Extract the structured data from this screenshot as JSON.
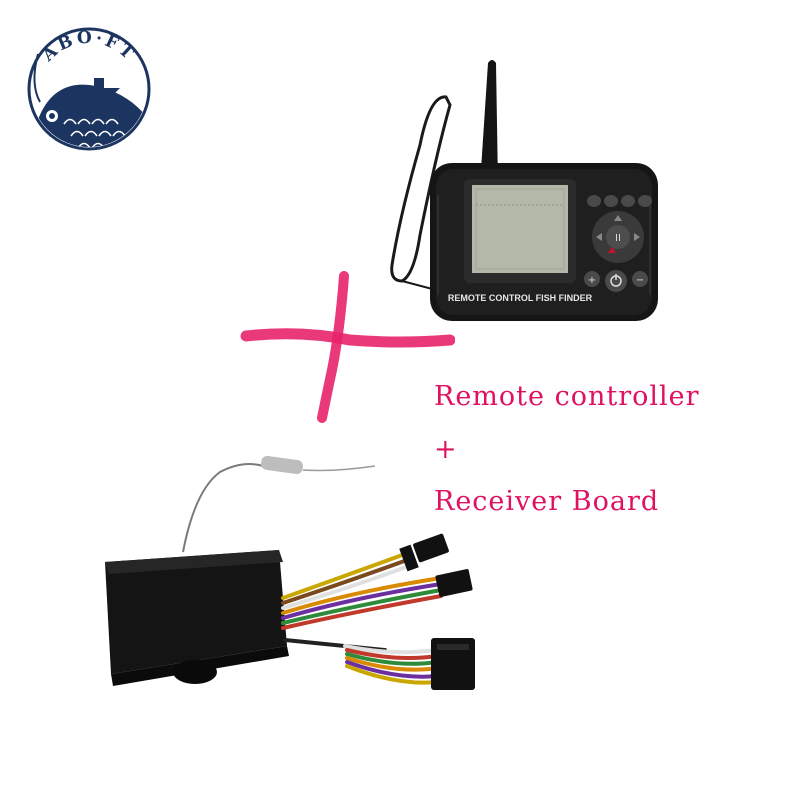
{
  "logo": {
    "brand_text": "ABO·FT",
    "icon": "fish-logo-icon"
  },
  "remote": {
    "label": "REMOTE CONTROL FISH FINDER",
    "icon": "fish-finder-remote-icon"
  },
  "plus_mark": {
    "icon": "plus-brush-icon"
  },
  "receiver": {
    "icon": "receiver-board-icon"
  },
  "captions": {
    "line1": "Remote controller",
    "line2": "+",
    "line3": "Receiver Board"
  },
  "colors": {
    "caption": "#e0115f",
    "plus": "#e8246a",
    "logo_navy": "#1c3560",
    "device_black": "#151515"
  }
}
